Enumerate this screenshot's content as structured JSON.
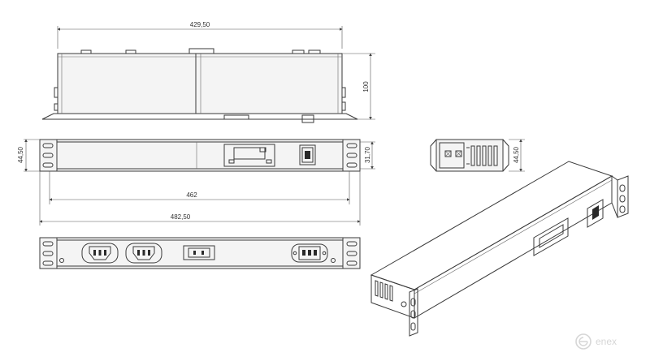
{
  "dimensions": {
    "top_width": "429,50",
    "top_depth": "100",
    "front_height": "44,50",
    "front_inner_height": "31,70",
    "body_width": "462",
    "total_width": "482,50",
    "side_height": "44,50"
  },
  "logo": {
    "text": "enex",
    "icon": "enex-logo-icon"
  },
  "colors": {
    "line": "#3a3a3a",
    "fill": "#f4f4f4",
    "dark": "#2a2a2a",
    "watermark": "#d6d6d6"
  }
}
